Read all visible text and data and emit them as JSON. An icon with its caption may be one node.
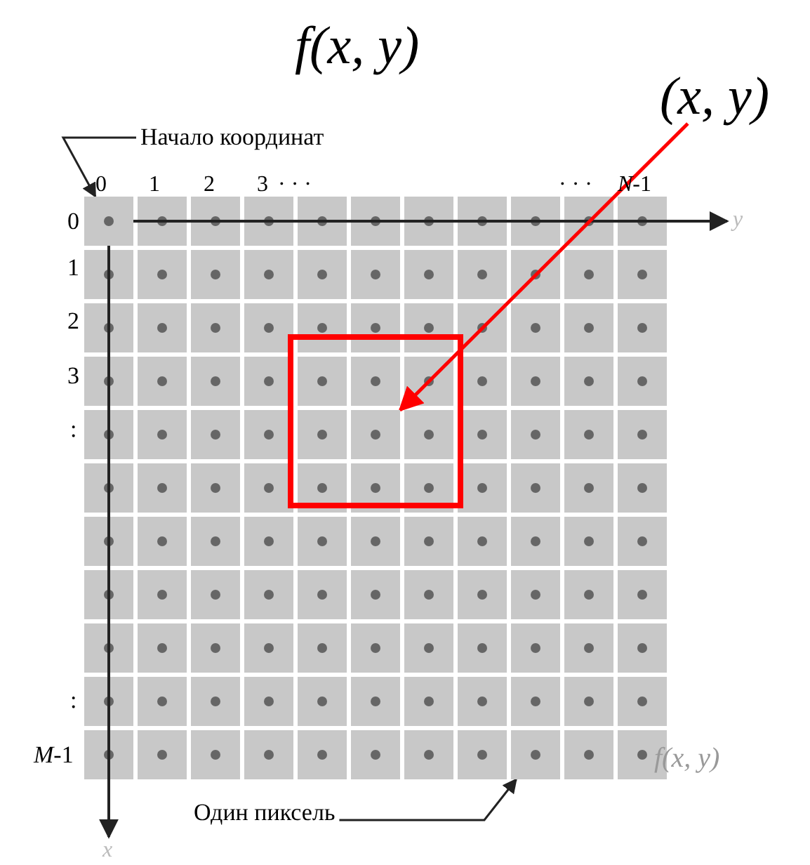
{
  "diagram": {
    "title": "f(x, y)",
    "nodes": [
      {
        "text": [
          "(x, y)"
        ]
      },
      {
        "text": [
          "Начало координат"
        ]
      },
      {
        "text": [],
        "shape": "box"
      },
      {
        "text": [],
        "shape": "box"
      },
      {
        "text": [],
        "shape": "box"
      },
      {
        "text": [
          "Один пиксель"
        ]
      }
    ],
    "edges": [
      {
        "from": 1,
        "to": 2,
        "arrow": "to"
      },
      {
        "from": 0,
        "to": 3,
        "arrow": "to",
        "color": "#ff0000"
      },
      {
        "from": 5,
        "to": 4,
        "arrow": "to"
      }
    ],
    "labels": [
      "0",
      "1",
      "2",
      "3",
      "· · ·",
      "· · ·",
      "*N*-1",
      "0",
      "y",
      "1",
      "2",
      "3",
      ":",
      ":",
      "*M*-1",
      "x",
      "f(x, y)"
    ]
  }
}
